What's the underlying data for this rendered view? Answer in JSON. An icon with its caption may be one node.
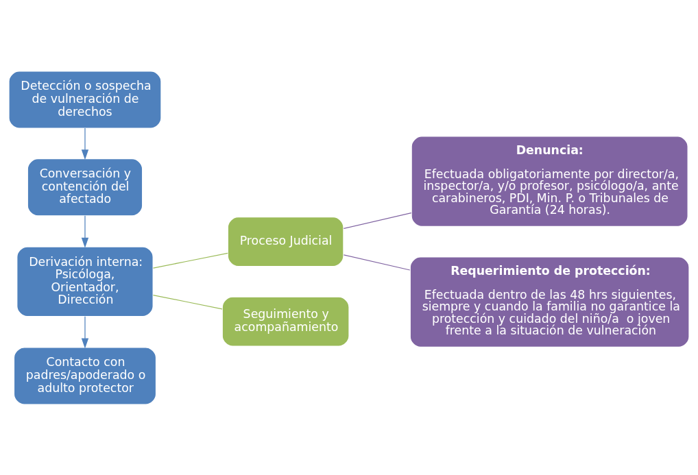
{
  "diagram": {
    "nodes": [
      {
        "text": [
          "Detección o sospecha de vulneración de derechos"
        ]
      },
      {
        "text": [
          "Conversación y contención del afectado"
        ]
      },
      {
        "text": [
          "Derivación interna: Psicóloga, Orientador, Dirección"
        ]
      },
      {
        "text": [
          "Contacto con padres/apoderado o adulto protector"
        ]
      },
      {
        "text": [
          "Proceso Judicial"
        ]
      },
      {
        "text": [
          "Seguimiento y acompañamiento"
        ]
      },
      {
        "text": [
          "Denuncia:",
          "Efectuada obligatoriamente por director/a, inspector/a, y/o profesor, psicólogo/a, ante carabineros, PDI, Min. P. o Tribunales de Garantía (24 horas)."
        ]
      },
      {
        "text": [
          "Requerimiento de protección:",
          "Efectuada dentro de las 48 hrs siguientes, siempre y cuando la familia no garantice la protección y cuidado del niño/a  o joven frente a la situación de vulneración"
        ]
      }
    ],
    "edges": [
      {
        "from": 0,
        "to": 1,
        "arrow": "to",
        "color": "#4f81bd"
      },
      {
        "from": 1,
        "to": 2,
        "arrow": "to",
        "color": "#4f81bd"
      },
      {
        "from": 2,
        "to": 3,
        "arrow": "to",
        "color": "#4f81bd"
      },
      {
        "from": 2,
        "to": 4,
        "arrow": "none",
        "color": "#9bbb59"
      },
      {
        "from": 2,
        "to": 5,
        "arrow": "none",
        "color": "#9bbb59"
      },
      {
        "from": 4,
        "to": 6,
        "arrow": "none",
        "color": "#8064a2"
      },
      {
        "from": 4,
        "to": 7,
        "arrow": "none",
        "color": "#8064a2"
      }
    ]
  }
}
